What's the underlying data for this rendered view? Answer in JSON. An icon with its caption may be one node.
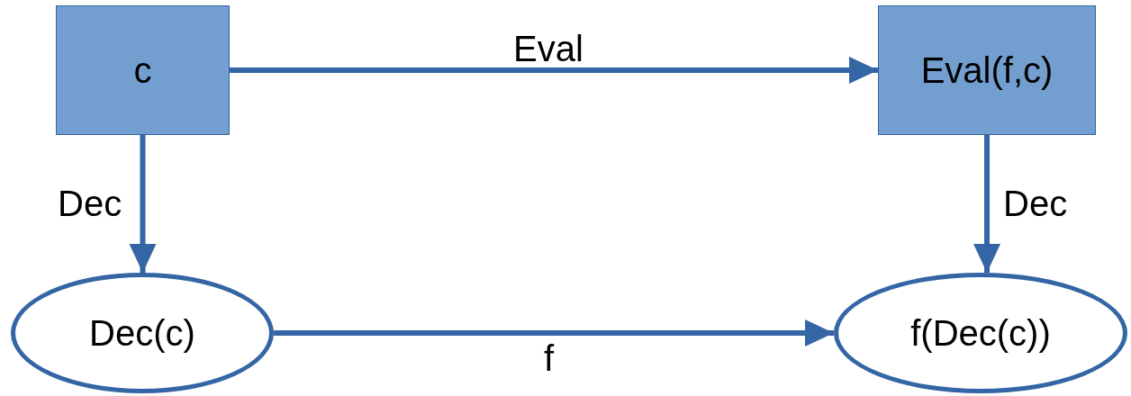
{
  "diagram": {
    "nodes": [
      {
        "text": [
          "c"
        ]
      },
      {
        "text": [
          "Eval(f,c)"
        ]
      },
      {
        "text": [
          "Dec(c)"
        ]
      },
      {
        "text": [
          "f(Dec(c))"
        ]
      }
    ],
    "edges": [
      {
        "from": 0,
        "to": 1,
        "arrow": "to",
        "label": "Eval"
      },
      {
        "from": 0,
        "to": 2,
        "arrow": "to",
        "label": "Dec"
      },
      {
        "from": 1,
        "to": 3,
        "arrow": "to",
        "label": "Dec"
      },
      {
        "from": 2,
        "to": 3,
        "arrow": "to",
        "label": "f"
      }
    ]
  }
}
